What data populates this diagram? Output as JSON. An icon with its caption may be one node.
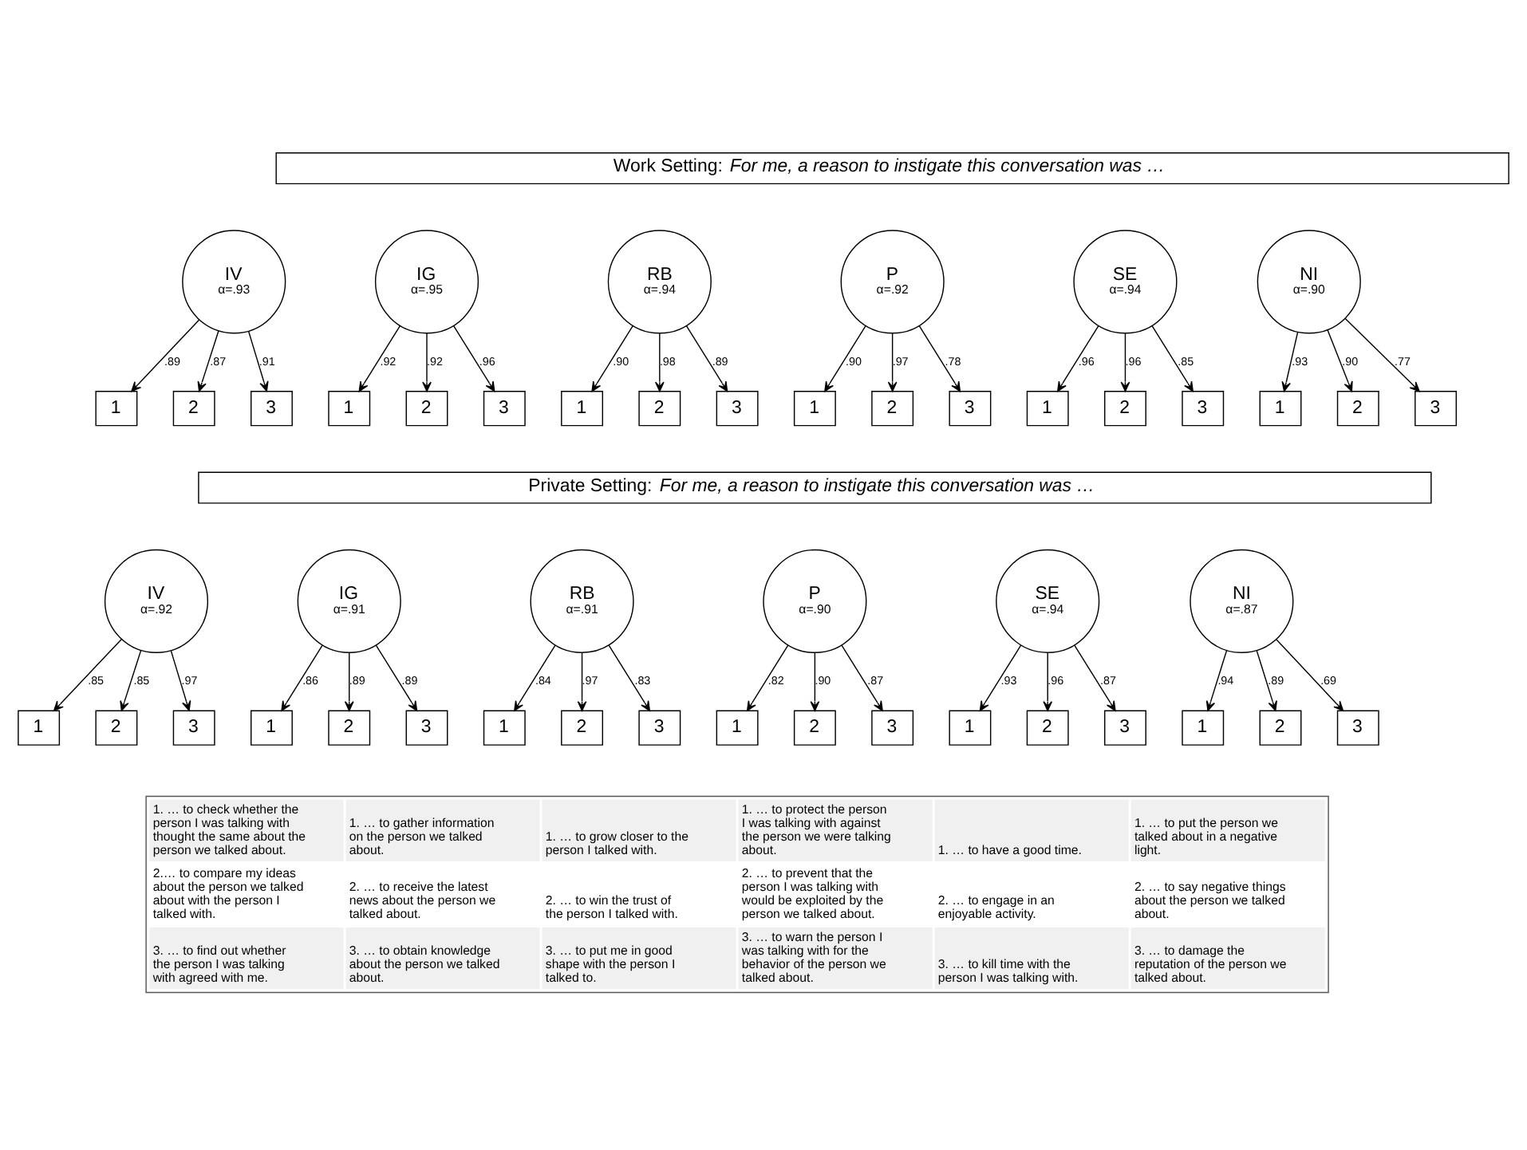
{
  "diagram": {
    "nodes": [
      {
        "text": [
          "Work Setting: *For me, a reason to instigate this conversation was …*"
        ]
      },
      {
        "text": [
          "IV",
          "α=.93"
        ]
      },
      {
        "text": [
          "IG",
          "α=.95"
        ]
      },
      {
        "text": [
          "RB",
          "α=.94"
        ]
      },
      {
        "text": [
          "P",
          "α=.92"
        ]
      },
      {
        "text": [
          "SE",
          "α=.94"
        ]
      },
      {
        "text": [
          "NI",
          "α=.90"
        ]
      },
      {
        "text": [
          "1"
        ]
      },
      {
        "text": [
          "2"
        ]
      },
      {
        "text": [
          "3"
        ]
      },
      {
        "text": [
          "1"
        ]
      },
      {
        "text": [
          "2"
        ]
      },
      {
        "text": [
          "3"
        ]
      },
      {
        "text": [
          "1"
        ]
      },
      {
        "text": [
          "2"
        ]
      },
      {
        "text": [
          "3"
        ]
      },
      {
        "text": [
          "1"
        ]
      },
      {
        "text": [
          "2"
        ]
      },
      {
        "text": [
          "3"
        ]
      },
      {
        "text": [
          "1"
        ]
      },
      {
        "text": [
          "2"
        ]
      },
      {
        "text": [
          "3"
        ]
      },
      {
        "text": [
          "1"
        ]
      },
      {
        "text": [
          "2"
        ]
      },
      {
        "text": [
          "3"
        ]
      },
      {
        "text": [
          "Private Setting: *For me, a reason to instigate this conversation was …*"
        ]
      },
      {
        "text": [
          "IV",
          "α=.92"
        ]
      },
      {
        "text": [
          "IG",
          "α=.91"
        ]
      },
      {
        "text": [
          "RB",
          "α=.91"
        ]
      },
      {
        "text": [
          "P",
          "α=.90"
        ]
      },
      {
        "text": [
          "SE",
          "α=.94"
        ]
      },
      {
        "text": [
          "NI",
          "α=.87"
        ]
      },
      {
        "text": [
          "1"
        ]
      },
      {
        "text": [
          "2"
        ]
      },
      {
        "text": [
          "3"
        ]
      },
      {
        "text": [
          "1"
        ]
      },
      {
        "text": [
          "2"
        ]
      },
      {
        "text": [
          "3"
        ]
      },
      {
        "text": [
          "1"
        ]
      },
      {
        "text": [
          "2"
        ]
      },
      {
        "text": [
          "3"
        ]
      },
      {
        "text": [
          "1"
        ]
      },
      {
        "text": [
          "2"
        ]
      },
      {
        "text": [
          "3"
        ]
      },
      {
        "text": [
          "1"
        ]
      },
      {
        "text": [
          "2"
        ]
      },
      {
        "text": [
          "3"
        ]
      },
      {
        "text": [
          "1"
        ]
      },
      {
        "text": [
          "2"
        ]
      },
      {
        "text": [
          "3"
        ]
      }
    ],
    "edges": [
      {
        "from": 1,
        "to": 7,
        "arrow": "to",
        "label": ".89"
      },
      {
        "from": 1,
        "to": 8,
        "arrow": "to",
        "label": ".87"
      },
      {
        "from": 1,
        "to": 9,
        "arrow": "to",
        "label": ".91"
      },
      {
        "from": 2,
        "to": 10,
        "arrow": "to",
        "label": ".92"
      },
      {
        "from": 2,
        "to": 11,
        "arrow": "to",
        "label": ".92"
      },
      {
        "from": 2,
        "to": 12,
        "arrow": "to",
        "label": ".96"
      },
      {
        "from": 3,
        "to": 13,
        "arrow": "to",
        "label": ".90"
      },
      {
        "from": 3,
        "to": 14,
        "arrow": "to",
        "label": ".98"
      },
      {
        "from": 3,
        "to": 15,
        "arrow": "to",
        "label": ".89"
      },
      {
        "from": 4,
        "to": 16,
        "arrow": "to",
        "label": ".90"
      },
      {
        "from": 4,
        "to": 17,
        "arrow": "to",
        "label": ".97"
      },
      {
        "from": 4,
        "to": 18,
        "arrow": "to",
        "label": ".78"
      },
      {
        "from": 5,
        "to": 19,
        "arrow": "to",
        "label": ".96"
      },
      {
        "from": 5,
        "to": 20,
        "arrow": "to",
        "label": ".96"
      },
      {
        "from": 5,
        "to": 21,
        "arrow": "to",
        "label": ".85"
      },
      {
        "from": 6,
        "to": 22,
        "arrow": "to",
        "label": ".93"
      },
      {
        "from": 6,
        "to": 23,
        "arrow": "to",
        "label": ".90"
      },
      {
        "from": 6,
        "to": 24,
        "arrow": "to",
        "label": ".77"
      },
      {
        "from": 26,
        "to": 32,
        "arrow": "to",
        "label": ".85"
      },
      {
        "from": 26,
        "to": 33,
        "arrow": "to",
        "label": ".85"
      },
      {
        "from": 26,
        "to": 34,
        "arrow": "to",
        "label": ".97"
      },
      {
        "from": 27,
        "to": 35,
        "arrow": "to",
        "label": ".86"
      },
      {
        "from": 27,
        "to": 36,
        "arrow": "to",
        "label": ".89"
      },
      {
        "from": 27,
        "to": 37,
        "arrow": "to",
        "label": ".89"
      },
      {
        "from": 28,
        "to": 38,
        "arrow": "to",
        "label": ".84"
      },
      {
        "from": 28,
        "to": 39,
        "arrow": "to",
        "label": ".97"
      },
      {
        "from": 28,
        "to": 40,
        "arrow": "to",
        "label": ".83"
      },
      {
        "from": 29,
        "to": 41,
        "arrow": "to",
        "label": ".82"
      },
      {
        "from": 29,
        "to": 42,
        "arrow": "to",
        "label": ".90"
      },
      {
        "from": 29,
        "to": 43,
        "arrow": "to",
        "label": ".87"
      },
      {
        "from": 30,
        "to": 44,
        "arrow": "to",
        "label": ".93"
      },
      {
        "from": 30,
        "to": 45,
        "arrow": "to",
        "label": ".96"
      },
      {
        "from": 30,
        "to": 46,
        "arrow": "to",
        "label": ".87"
      },
      {
        "from": 31,
        "to": 47,
        "arrow": "to",
        "label": ".94"
      },
      {
        "from": 31,
        "to": 48,
        "arrow": "to",
        "label": ".89"
      },
      {
        "from": 31,
        "to": 49,
        "arrow": "to",
        "label": ".69"
      }
    ],
    "labels": [
      "1. … to check whether the person I was talking with thought the same about the person we talked about.",
      "1. … to gather information on the person we talked about.",
      "1. … to grow closer to the person I talked with.",
      "1. … to protect the person I was talking with against the person we were talking about.",
      "1. … to have a good time.",
      "1. … to put the person we talked about in a negative light.",
      "2.… to compare my ideas about the person we talked about with the person I talked with.",
      "2. … to receive the latest news about the person we talked about.",
      "2. … to win the trust of the person I talked with.",
      "2. … to prevent that the person I was talking with would be exploited by the person we talked about.",
      "2. … to engage in an enjoyable activity.",
      "2. … to say negative things about the person we talked about.",
      "3. … to find out whether the person I was talking with agreed with me.",
      "3. … to obtain knowledge about the person we talked about.",
      "3. … to put me in good shape with the person I talked to.",
      "3. … to warn the person I was talking with for the behavior of the person we talked about.",
      "3. … to kill time with the person I was talking with.",
      "3. … to damage the reputation of the person we talked about."
    ]
  }
}
